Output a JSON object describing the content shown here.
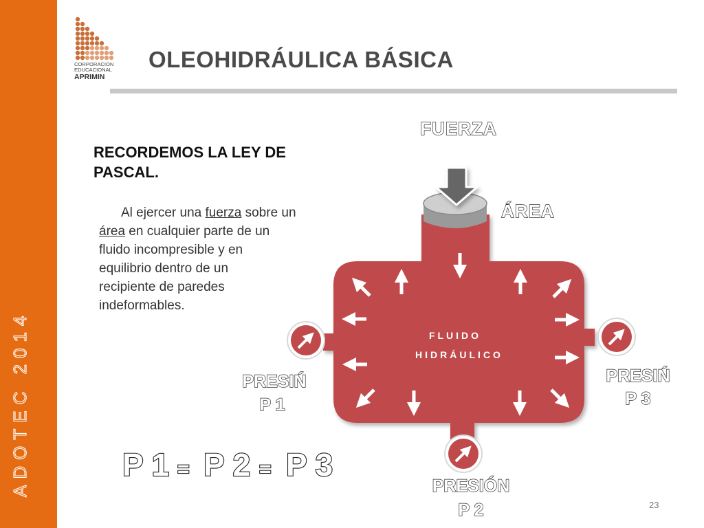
{
  "sidebar": {
    "vertical_text": "ADOTEC 2014",
    "color": "#e56c12"
  },
  "logo": {
    "line1": "CORPORACION",
    "line2": "EDUCACIONAL",
    "line3": "APRIMIN"
  },
  "header": {
    "title": "OLEOHIDRÁULICA BÁSICA"
  },
  "content": {
    "heading": "RECORDEMOS LA LEY DE PASCAL.",
    "body": {
      "pre1": "Al ejercer una ",
      "u1": "fuerza",
      "mid1": " sobre  un",
      "u2": "área",
      "rest1": " en cualquier parte de un",
      "line3": "fluido incompresible  y en",
      "line4": "equilibrio dentro de  un",
      "line5": "recipiente de paredes",
      "line6": "indeformables."
    }
  },
  "diagram": {
    "force_label": "FUERZA",
    "area_label": "ÁREA",
    "fluid_line1": "FLUIDO",
    "fluid_line2": "HIDRÁULICO",
    "p1_line1": "PRESIŃ",
    "p1_line2": "P 1",
    "p2_line1": "PRESIÓN",
    "p2_line2": "P 2",
    "p3_line1": "PRESIŃ",
    "p3_line2": "P 3",
    "equation": {
      "p1": "P 1",
      "eq1": "=",
      "p2": "P 2",
      "eq2": "=",
      "p3": "P 3"
    },
    "fluid_color": "#c0494b",
    "accent_color": "#e56c12"
  },
  "footer": {
    "page_number": "23"
  }
}
